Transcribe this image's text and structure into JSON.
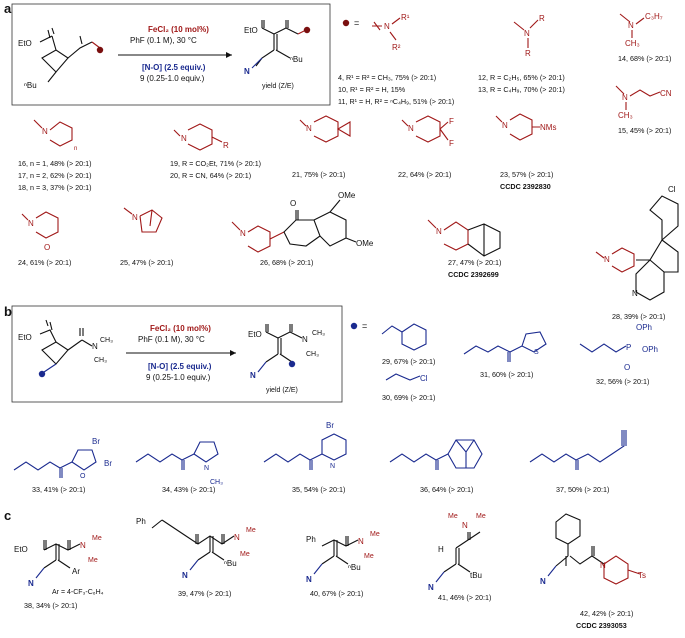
{
  "panel_a": {
    "label": "a",
    "conditions": {
      "catalyst": "FeCl₂ (10 mol%)",
      "solvent": "PhF (0.1 M), 30 °C",
      "oxidant": "[N-O] (2.5 equiv.)",
      "reagent": "9 (0.25-1.0 equiv.)",
      "yield_note": "yield (Z/E)",
      "sm_ester": "EtO",
      "sm_bu": "ⁿBu",
      "pr_ester": "EtO",
      "pr_bu": "ⁿBu",
      "pr_n": "N"
    },
    "equals": "=",
    "amine_generic": {
      "r1": "R¹",
      "r2": "R²",
      "n": "N"
    },
    "amine_generic2": {
      "r": "R",
      "n": "N"
    },
    "entries": [
      {
        "id": "e4",
        "text": "4, R¹ = R² = CH₃, 75% (> 20:1)"
      },
      {
        "id": "e10",
        "text": "10, R¹ = R² = H, 15%"
      },
      {
        "id": "e11",
        "text": "11, R¹ = H, R² = ⁿC₄H₉, 51% (> 20:1)"
      },
      {
        "id": "e12",
        "text": "12, R = C₂H₅, 65% (> 20:1)"
      },
      {
        "id": "e13",
        "text": "13, R = C₄H₉, 70% (> 20:1)"
      },
      {
        "id": "e14",
        "text": "14, 68% (> 20:1)"
      },
      {
        "id": "e15",
        "text": "15, 45% (> 20:1)"
      },
      {
        "id": "e16",
        "text": "16, n = 1, 48% (> 20:1)"
      },
      {
        "id": "e17",
        "text": "17, n = 2, 62% (> 20:1)"
      },
      {
        "id": "e18",
        "text": "18, n = 3, 37% (> 20:1)"
      },
      {
        "id": "e19",
        "text": "19, R = CO₂Et, 71% (> 20:1)"
      },
      {
        "id": "e20",
        "text": "20, R = CN, 64% (> 20:1)"
      },
      {
        "id": "e21",
        "text": "21, 75% (> 20:1)"
      },
      {
        "id": "e22",
        "text": "22, 64% (> 20:1)"
      },
      {
        "id": "e23",
        "text": "23, 57% (> 20:1)"
      },
      {
        "id": "e23c",
        "text": "CCDC 2392830"
      },
      {
        "id": "e24",
        "text": "24, 61% (> 20:1)"
      },
      {
        "id": "e25",
        "text": "25, 47% (> 20:1)"
      },
      {
        "id": "e26",
        "text": "26, 68% (> 20:1)"
      },
      {
        "id": "e27",
        "text": "27, 47% (> 20:1)"
      },
      {
        "id": "e27c",
        "text": "CCDC 2392699"
      },
      {
        "id": "e28",
        "text": "28, 39% (> 20:1)"
      }
    ],
    "atoms": {
      "n14": "N",
      "c3h7": "C₃H₇",
      "ch3_14": "CH₃",
      "n15": "N",
      "cn15": "CN",
      "ch3_15": "CH₃",
      "n_ring": "N",
      "r19": "R",
      "f1": "F",
      "f2": "F",
      "nms": "NMs",
      "o24": "O",
      "ome1": "OMe",
      "ome2": "OMe",
      "o26": "O",
      "cl28": "Cl",
      "n28": "N",
      "n25": "N",
      "n_sub": "n"
    }
  },
  "panel_b": {
    "label": "b",
    "conditions": {
      "catalyst": "FeCl₂ (10 mol%)",
      "solvent": "PhF (0.1 M), 30 °C",
      "oxidant": "[N-O] (2.5 equiv.)",
      "reagent": "9 (0.25-1.0 equiv.)",
      "yield_note": "yield (Z/E)",
      "sm_ester": "EtO",
      "sm_n": "N",
      "sm_me1": "CH₃",
      "sm_me2": "CH₃",
      "pr_ester": "EtO",
      "pr_n": "N",
      "pr_me1": "CH₃",
      "pr_me2": "CH₃",
      "pr_cn": "N"
    },
    "equals": "=",
    "entries": [
      {
        "id": "e29",
        "text": "29, 67% (> 20:1)"
      },
      {
        "id": "e30",
        "text": "30, 69% (> 20:1)"
      },
      {
        "id": "e31",
        "text": "31, 60% (> 20:1)"
      },
      {
        "id": "e32",
        "text": "32, 56% (> 20:1)"
      },
      {
        "id": "e33",
        "text": "33, 41% (> 20:1)"
      },
      {
        "id": "e34",
        "text": "34, 43% (> 20:1)"
      },
      {
        "id": "e35",
        "text": "35, 54% (> 20:1)"
      },
      {
        "id": "e36",
        "text": "36, 64% (> 20:1)"
      },
      {
        "id": "e37",
        "text": "37, 50% (> 20:1)"
      }
    ],
    "atoms": {
      "cl30": "Cl",
      "s31": "S",
      "oph1": "OPh",
      "oph2": "OPh",
      "p32": "P",
      "o32": "O",
      "br33a": "Br",
      "br33b": "Br",
      "o33": "O",
      "n34": "N",
      "ch3_34": "CH₃",
      "br35": "Br",
      "n35": "N"
    }
  },
  "panel_c": {
    "label": "c",
    "entries": [
      {
        "id": "e38",
        "text": "38, 34% (> 20:1)"
      },
      {
        "id": "e39",
        "text": "39, 47% (> 20:1)"
      },
      {
        "id": "e40",
        "text": "40, 67% (> 20:1)"
      },
      {
        "id": "e41",
        "text": "41, 46% (> 20:1)"
      },
      {
        "id": "e42",
        "text": "42, 42% (> 20:1)"
      },
      {
        "id": "e42c",
        "text": "CCDC 2393053"
      }
    ],
    "atoms": {
      "eto38": "EtO",
      "ar38": "Ar",
      "arnote": "Ar = 4-CF₃-C₆H₄",
      "n38": "N",
      "me38a": "Me",
      "me38b": "Me",
      "ph39": "Ph",
      "bu39": "ⁿBu",
      "n39": "N",
      "me39a": "Me",
      "me39b": "Me",
      "ph40": "Ph",
      "bu40": "ⁿBu",
      "n40": "N",
      "me40a": "Me",
      "me40b": "Me",
      "h41": "H",
      "tbu41": "tBu",
      "n41": "N",
      "me41a": "Me",
      "me41b": "Me",
      "n42a": "N",
      "n42b": "N",
      "ts42": "Ts"
    }
  }
}
